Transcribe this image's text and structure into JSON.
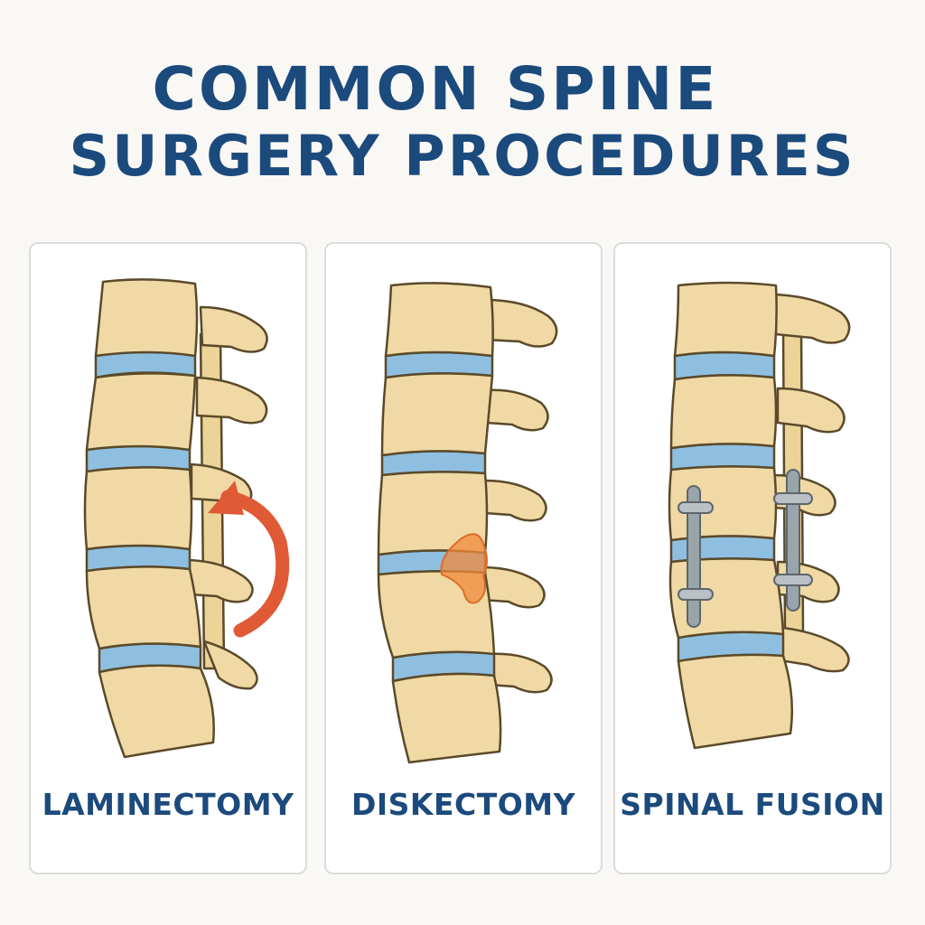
{
  "title": {
    "line1": "COMMON SPINE",
    "line2": "SURGERY PROCEDURES"
  },
  "panels": [
    {
      "label": "LAMINECTOMY",
      "illustration": "spine-laminectomy",
      "highlight": "curved-arrow"
    },
    {
      "label": "DISKECTOMY",
      "illustration": "spine-diskectomy",
      "highlight": "herniated-disc"
    },
    {
      "label": "SPINAL FUSION",
      "illustration": "spine-fusion",
      "highlight": "screws-and-rods"
    }
  ],
  "colors": {
    "title": "#1b4a7d",
    "bone": "#f0d9a4",
    "bone_outline": "#5a4a2a",
    "disc": "#8fbfe0",
    "arrow": "#e05a36",
    "herniation": "#f08a3c",
    "hardware": "#9aa4ab"
  }
}
